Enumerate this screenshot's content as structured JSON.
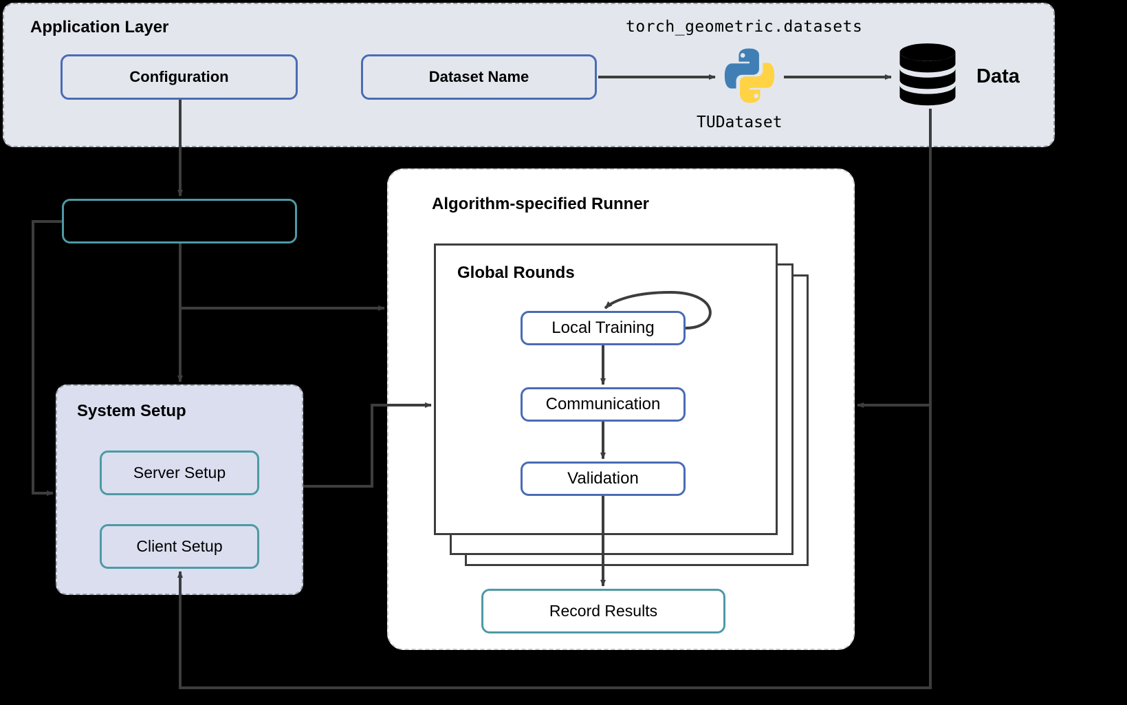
{
  "app_layer": {
    "title": "Application Layer",
    "package_label": "torch_geometric.datasets",
    "tudataset_label": "TUDataset",
    "data_label": "Data",
    "configuration_label": "Configuration",
    "dataset_name_label": "Dataset Name",
    "python_icon": "python-logo-icon",
    "database_icon": "database-cylinder-icon"
  },
  "blank_box": {
    "label": ""
  },
  "system_setup": {
    "title": "System Setup",
    "server_setup_label": "Server Setup",
    "client_setup_label": "Client Setup"
  },
  "runner": {
    "title": "Algorithm-specified Runner",
    "rounds_title": "Global Rounds",
    "steps": [
      {
        "label": "Local Training"
      },
      {
        "label": "Communication"
      },
      {
        "label": "Validation"
      }
    ],
    "record_results_label": "Record Results"
  },
  "colors": {
    "blue_border": "#4a6bb5",
    "teal_border": "#4d9aa5",
    "app_layer_fill": "#e3e7ed",
    "system_setup_fill": "#dadeef",
    "panel_fill": "#ffffff",
    "arrow": "#3d3d3d",
    "background": "#000000",
    "python_blue": "#3f7fb5",
    "python_yellow": "#ffd343"
  }
}
